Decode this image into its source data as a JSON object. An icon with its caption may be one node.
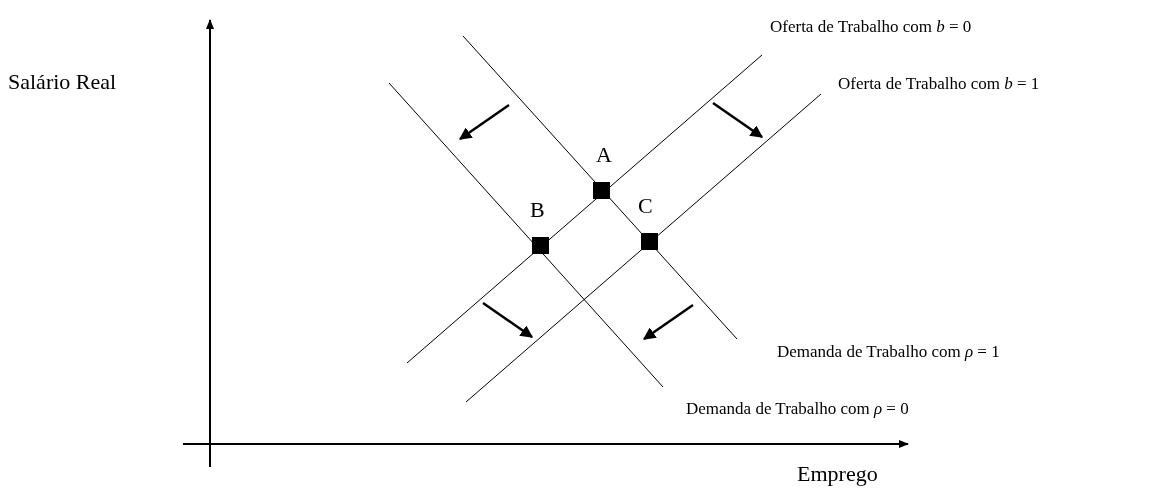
{
  "diagram": {
    "nodes": [
      {
        "text": [
          "A"
        ]
      },
      {
        "text": [
          "B"
        ]
      },
      {
        "text": [
          "C"
        ]
      }
    ],
    "labels": [
      "Salário Real",
      "Oferta de Trabalho com *b* = 0",
      "Oferta de Trabalho com *b* = 1",
      "Demanda de Trabalho com *ρ* = 1",
      "Demanda de Trabalho com *ρ* = 0",
      "Emprego"
    ]
  }
}
